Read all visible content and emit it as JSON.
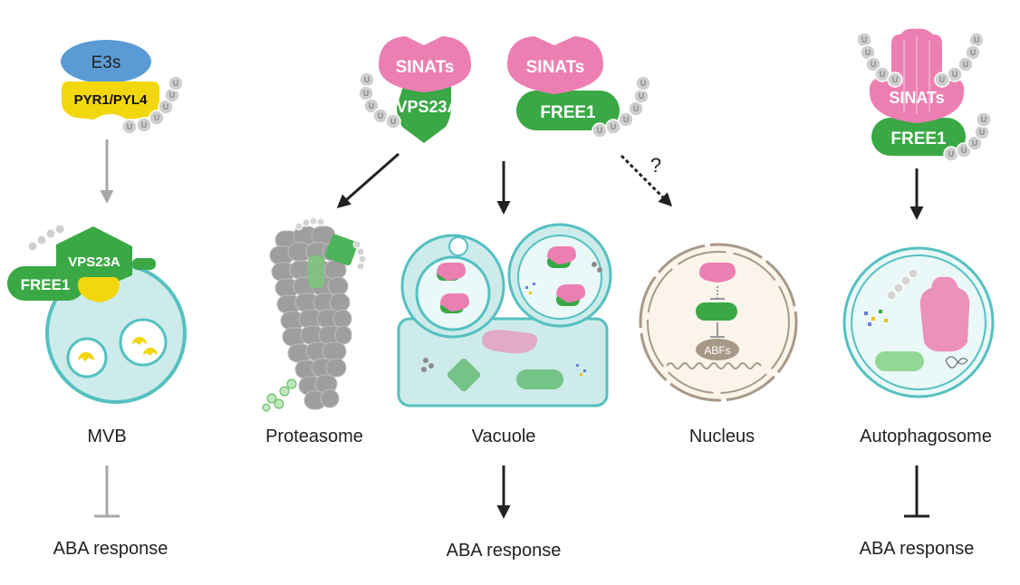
{
  "labels": {
    "e3s": "E3s",
    "pyr": "PYR1/PYL4",
    "sinats_1": "SINATs",
    "vps23a_1": "VPS23A",
    "sinats_2": "SINATs",
    "free1_2": "FREE1",
    "sinats_3": "SINATs",
    "free1_3": "FREE1",
    "vps23a_mvb": "VPS23A",
    "free1_mvb": "FREE1",
    "abfs": "ABFs",
    "question": "?",
    "ubiquitin": "U"
  },
  "compartments": {
    "mvb": "MVB",
    "proteasome": "Proteasome",
    "vacuole": "Vacuole",
    "nucleus": "Nucleus",
    "autophagosome": "Autophagosome"
  },
  "outcomes": {
    "left": "ABA response",
    "center": "ABA response",
    "right": "ABA response"
  },
  "colors": {
    "sinats_pink": "#ec7fb1",
    "free1_green": "#3aa845",
    "e3s_blue": "#5b9bd5",
    "pyr_yellow": "#f2d70c",
    "ubiquitin_gray": "#cfcfcf",
    "membrane_teal": "#55c0c0",
    "lumen_teal": "#cdebeb",
    "nucleus_tan": "#a89888",
    "arrow_dark": "#222222",
    "arrow_gray": "#a8a8a8"
  }
}
